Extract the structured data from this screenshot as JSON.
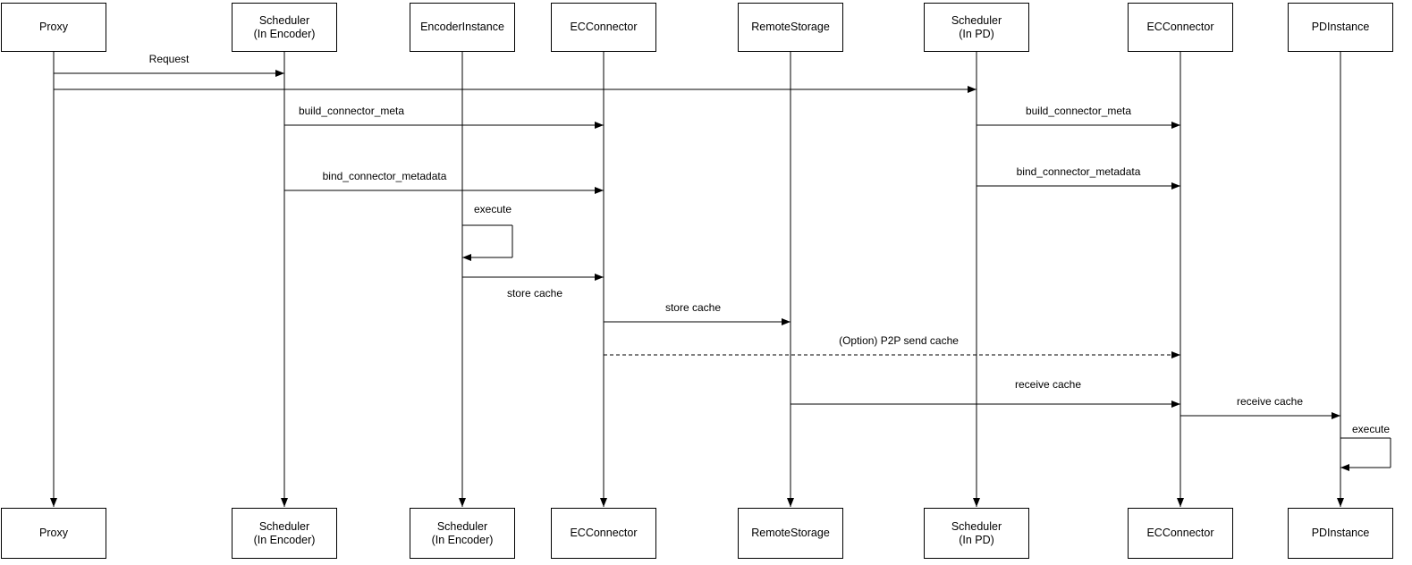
{
  "diagram": {
    "kind": "uml-sequence-diagram",
    "colors": {
      "line": "#000000",
      "background": "#ffffff",
      "text": "#000000"
    },
    "actors": [
      {
        "top_label": "Proxy",
        "bottom_label": "Proxy"
      },
      {
        "top_label": "Scheduler\n(In Encoder)",
        "bottom_label": "Scheduler\n(In Encoder)"
      },
      {
        "top_label": "EncoderInstance",
        "bottom_label": "Scheduler\n(In Encoder)"
      },
      {
        "top_label": "ECConnector",
        "bottom_label": "ECConnector"
      },
      {
        "top_label": "RemoteStorage",
        "bottom_label": "RemoteStorage"
      },
      {
        "top_label": "Scheduler\n(In PD)",
        "bottom_label": "Scheduler\n(In PD)"
      },
      {
        "top_label": "ECConnector",
        "bottom_label": "ECConnector"
      },
      {
        "top_label": "PDInstance",
        "bottom_label": "PDInstance"
      }
    ],
    "messages": [
      {
        "label": "Request",
        "from": 0,
        "to": 1,
        "style": "solid"
      },
      {
        "label": "",
        "from": 0,
        "to": 5,
        "style": "solid"
      },
      {
        "label": "build_connector_meta",
        "from": 1,
        "to": 3,
        "style": "solid"
      },
      {
        "label": "build_connector_meta",
        "from": 5,
        "to": 6,
        "style": "solid"
      },
      {
        "label": "bind_connector_metadata",
        "from": 1,
        "to": 3,
        "style": "solid"
      },
      {
        "label": "bind_connector_metadata",
        "from": 5,
        "to": 6,
        "style": "solid"
      },
      {
        "label": "execute",
        "from": 2,
        "to": 2,
        "style": "self"
      },
      {
        "label": "store cache",
        "from": 2,
        "to": 3,
        "style": "solid"
      },
      {
        "label": "store cache",
        "from": 3,
        "to": 4,
        "style": "solid"
      },
      {
        "label": "(Option) P2P send cache",
        "from": 3,
        "to": 6,
        "style": "dashed"
      },
      {
        "label": "receive cache",
        "from": 4,
        "to": 6,
        "style": "solid"
      },
      {
        "label": "receive cache",
        "from": 6,
        "to": 7,
        "style": "solid"
      },
      {
        "label": "execute",
        "from": 7,
        "to": 7,
        "style": "self"
      }
    ]
  }
}
